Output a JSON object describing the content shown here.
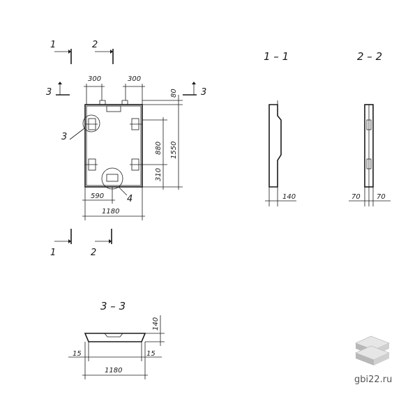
{
  "sections": {
    "s1": "1 – 1",
    "s2": "2 – 2",
    "s3": "3 – 3"
  },
  "cut_marks": {
    "m1_top": "1",
    "m2_top": "2",
    "m3_left": "3",
    "m3_right": "3",
    "m1_bottom": "1",
    "m2_bottom": "2"
  },
  "callouts": {
    "c3": "3",
    "c4": "4"
  },
  "dims_plan": {
    "d300_left": "300",
    "d300_right": "300",
    "d80": "80",
    "d880": "880",
    "d1550": "1550",
    "d310": "310",
    "d590": "590",
    "d1180": "1180"
  },
  "dims_11": {
    "d140": "140"
  },
  "dims_22": {
    "d70a": "70",
    "d70b": "70"
  },
  "dims_33": {
    "d140": "140",
    "d15a": "15",
    "d15b": "15",
    "d1180": "1180"
  },
  "watermark": {
    "text": "gbi22.ru"
  }
}
